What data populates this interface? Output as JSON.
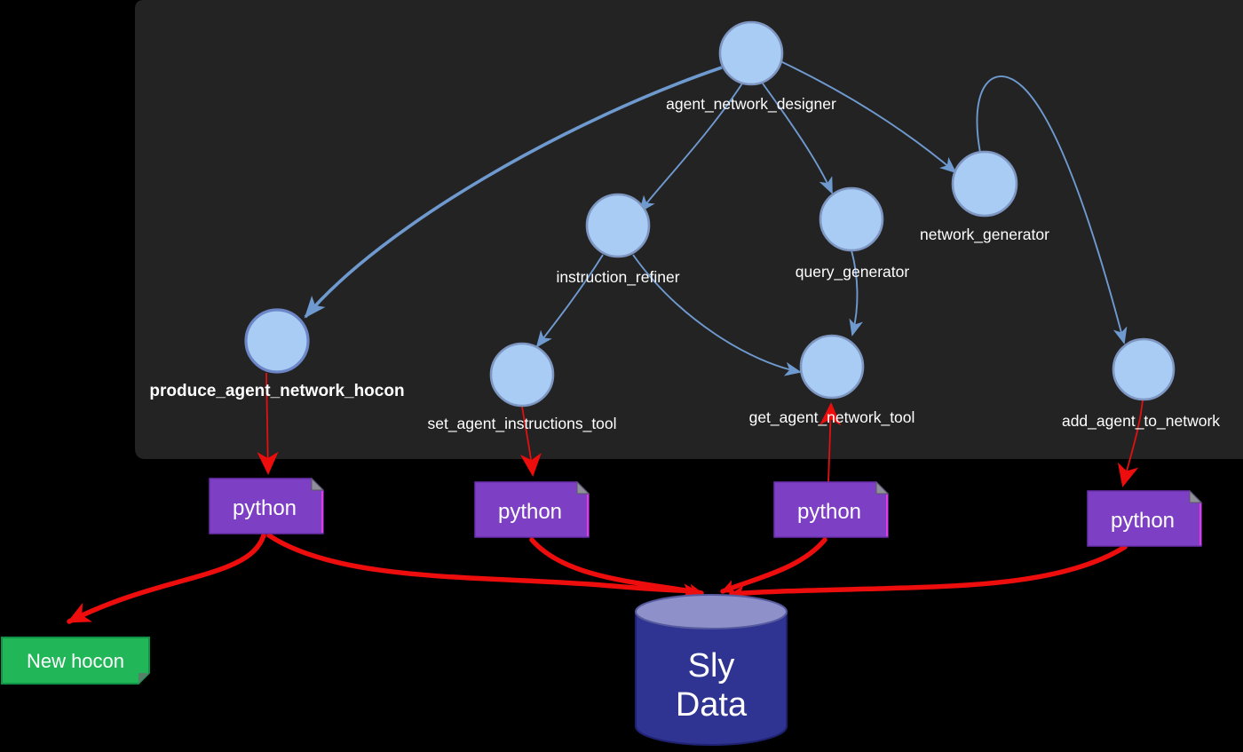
{
  "colors": {
    "background": "#000000",
    "panel": "#232323",
    "node_fill": "#a9ccf4",
    "node_stroke": "#7e96c2",
    "node_stroke_accent": "#6c86c8",
    "edge_blue": "#6f9ad0",
    "edge_red": "#ee0d0d",
    "python_fill": "#7d40c4",
    "hocon_fill": "#21b657",
    "cylinder_body": "#2f3391",
    "cylinder_top": "#8d90c9",
    "label_color": "#ffffff"
  },
  "nodes": [
    {
      "id": "agent_network_designer",
      "label": "agent_network_designer"
    },
    {
      "id": "instruction_refiner",
      "label": "instruction_refiner"
    },
    {
      "id": "query_generator",
      "label": "query_generator"
    },
    {
      "id": "network_generator",
      "label": "network_generator"
    },
    {
      "id": "produce_agent_network_hocon",
      "label": "produce_agent_network_hocon"
    },
    {
      "id": "set_agent_instructions_tool",
      "label": "set_agent_instructions_tool"
    },
    {
      "id": "get_agent_network_tool",
      "label": "get_agent_network_tool"
    },
    {
      "id": "add_agent_to_network",
      "label": "add_agent_to_network"
    }
  ],
  "tools": [
    {
      "id": "python_1",
      "label": "python"
    },
    {
      "id": "python_2",
      "label": "python"
    },
    {
      "id": "python_3",
      "label": "python"
    },
    {
      "id": "python_4",
      "label": "python"
    }
  ],
  "output": {
    "id": "new_hocon",
    "label": "New hocon"
  },
  "datastore": {
    "id": "sly_data",
    "label": "Sly Data",
    "line1": "Sly",
    "line2": "Data"
  },
  "edges": {
    "agent_edges": [
      {
        "from": "agent_network_designer",
        "to": "produce_agent_network_hocon"
      },
      {
        "from": "agent_network_designer",
        "to": "instruction_refiner"
      },
      {
        "from": "agent_network_designer",
        "to": "query_generator"
      },
      {
        "from": "agent_network_designer",
        "to": "network_generator"
      },
      {
        "from": "instruction_refiner",
        "to": "set_agent_instructions_tool"
      },
      {
        "from": "instruction_refiner",
        "to": "get_agent_network_tool"
      },
      {
        "from": "query_generator",
        "to": "get_agent_network_tool"
      },
      {
        "from": "network_generator",
        "to": "add_agent_to_network"
      }
    ],
    "tool_edges": [
      {
        "from": "produce_agent_network_hocon",
        "to": "python_1"
      },
      {
        "from": "set_agent_instructions_tool",
        "to": "python_2"
      },
      {
        "from": "python_3",
        "to": "get_agent_network_tool"
      },
      {
        "from": "add_agent_to_network",
        "to": "python_4"
      }
    ],
    "data_edges": [
      {
        "from": "python_1",
        "to": "new_hocon"
      },
      {
        "from": "python_1",
        "to": "sly_data"
      },
      {
        "from": "python_2",
        "to": "sly_data"
      },
      {
        "from": "python_3",
        "to": "sly_data"
      },
      {
        "from": "python_4",
        "to": "sly_data"
      }
    ]
  }
}
